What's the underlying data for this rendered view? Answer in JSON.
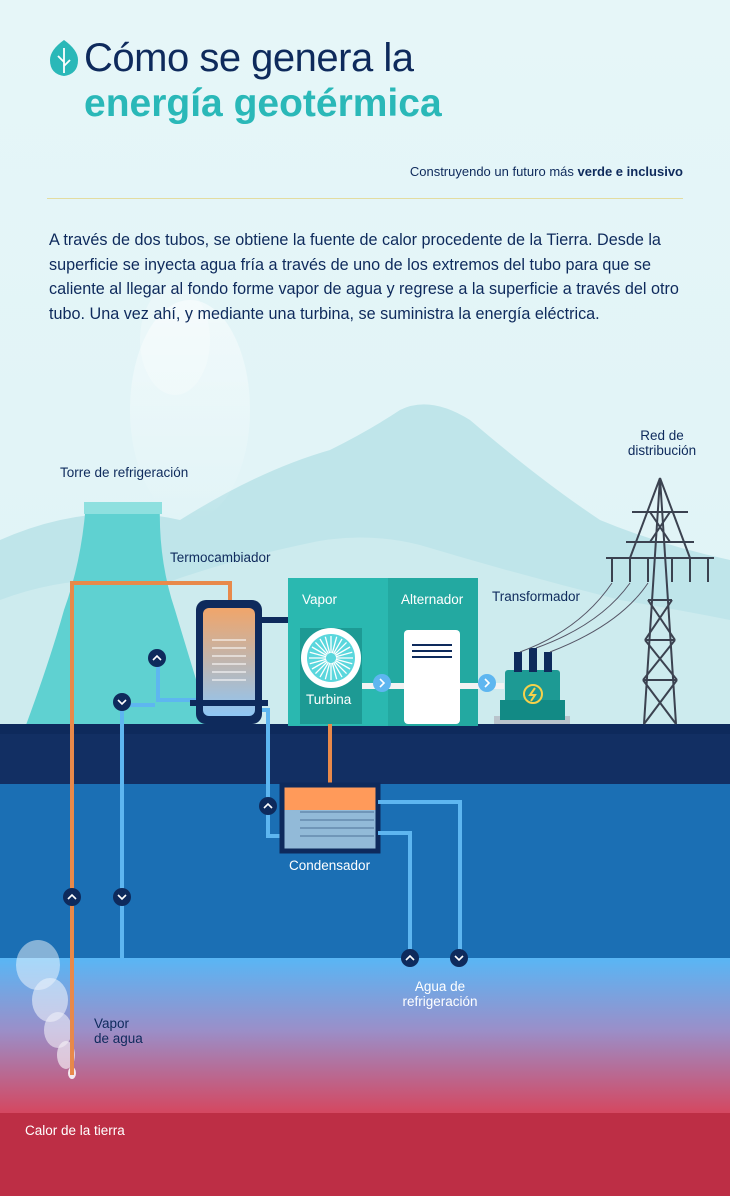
{
  "header": {
    "title_line1": "Cómo se genera la",
    "title_line2": "energía geotérmica",
    "tagline_prefix": "Construyendo un futuro más ",
    "tagline_bold": "verde e inclusivo"
  },
  "intro": "A través de dos tubos, se obtiene la fuente de calor procedente de la Tierra. Desde la superficie se inyecta agua fría a través de uno de los extremos del tubo para que se caliente al llegar al fondo forme vapor de agua y regrese a la superficie a través del otro tubo. Una vez ahí, y mediante una turbina, se suministra la energía eléctrica.",
  "labels": {
    "cooling_tower": "Torre de refrigeración",
    "heat_exchanger": "Termocambiador",
    "steam": "Vapor",
    "alternator": "Alternador",
    "transformer": "Transformador",
    "grid_line1": "Red de",
    "grid_line2": "distribución",
    "turbine": "Turbina",
    "condenser": "Condensador",
    "cooling_water_line1": "Agua de",
    "cooling_water_line2": "refrigeración",
    "water_vapor_line1": "Vapor",
    "water_vapor_line2": "de agua",
    "earth_heat": "Calor de la tierra"
  },
  "colors": {
    "navy": "#0e2a5c",
    "teal": "#2ab8b8",
    "hot_pipe": "#e8894a",
    "cold_pipe": "#5eb6f0",
    "machine_green": "#23a9a1",
    "earth_red": "#bd2e45"
  },
  "icons": {
    "logo": "leaf-icon",
    "flow_up": "chevron-up-icon",
    "flow_down": "chevron-down-icon",
    "flow_right": "chevron-right-icon",
    "transformer": "lightning-icon",
    "turbine": "turbine-fan-icon",
    "grid": "power-tower-icon"
  }
}
